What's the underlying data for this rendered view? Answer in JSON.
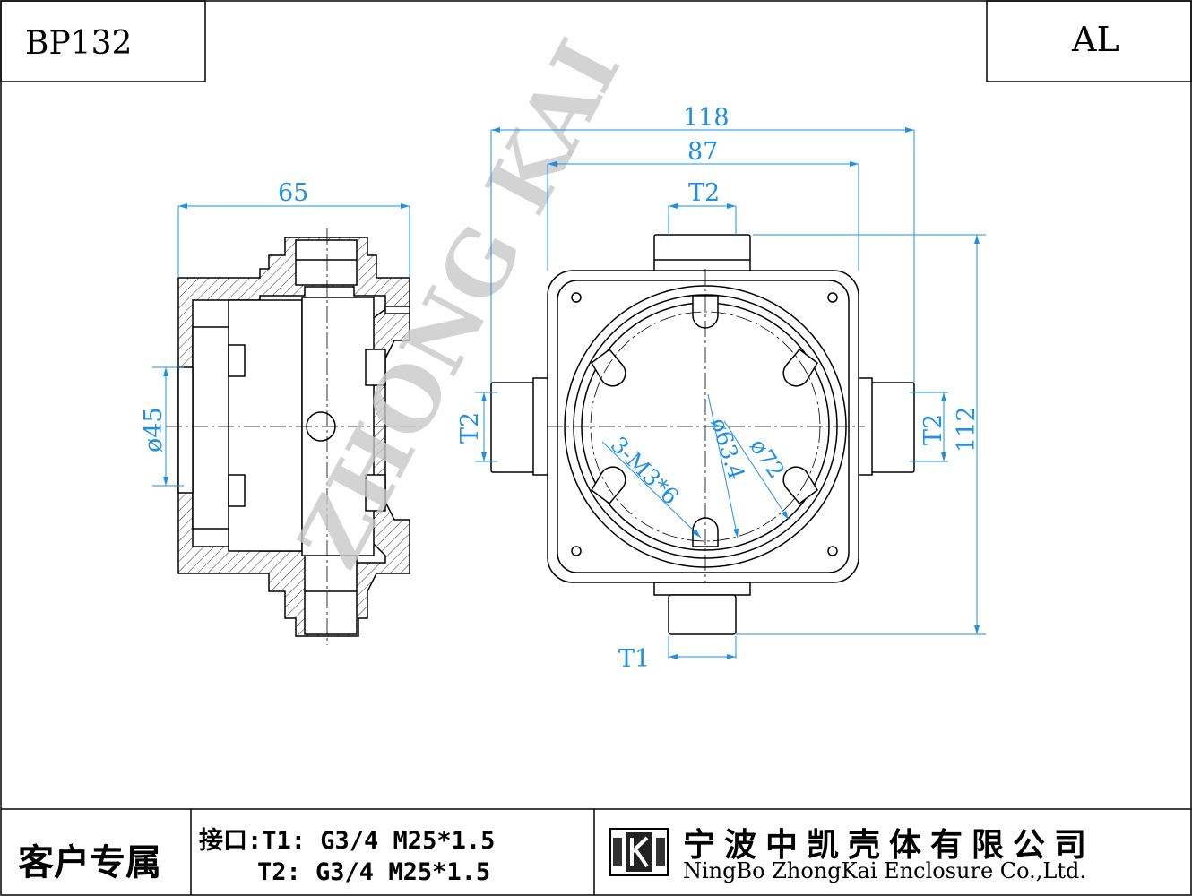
{
  "header": {
    "part_code": "BP132",
    "material": "AL"
  },
  "dimensions": {
    "d118": "118",
    "d87": "87",
    "d65": "65",
    "t2_top": "T2",
    "d45": "ø45",
    "t2_left": "T2",
    "t2_right": "T2",
    "d112": "112",
    "d63": "ø63.4",
    "d72": "ø72",
    "screws": "3-M3*6",
    "t1_bottom": "T1"
  },
  "watermark": "ZHONG KAI",
  "footer": {
    "customer_label": "客户专属",
    "interface_line1": "接口:T1: G3/4 M25*1.5",
    "interface_line2": "    T2: G3/4 M25*1.5",
    "company_cn": "宁波中凯壳体有限公司",
    "company_en": "NingBo ZhongKai Enclosure Co.,Ltd."
  },
  "colors": {
    "dimension": "#1e90e6",
    "line": "#000000",
    "watermark": "#c8c8c8"
  }
}
